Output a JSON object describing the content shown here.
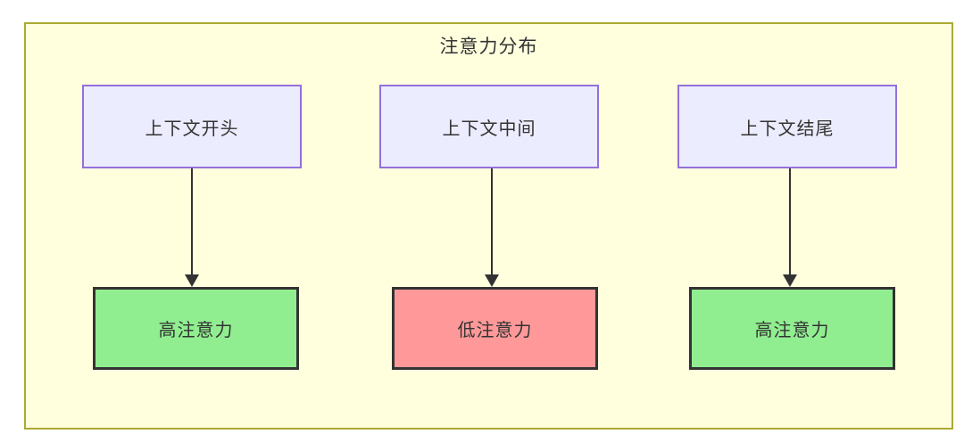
{
  "diagram": {
    "title": "注意力分布",
    "columns": [
      {
        "source": "上下文开头",
        "target": "高注意力",
        "attention_level": "high"
      },
      {
        "source": "上下文中间",
        "target": "低注意力",
        "attention_level": "low"
      },
      {
        "source": "上下文结尾",
        "target": "高注意力",
        "attention_level": "high"
      }
    ],
    "colors": {
      "container_background": "#ffffde",
      "container_border": "#aaaa33",
      "source_node_fill": "#ECECFF",
      "source_node_border": "#9370DB",
      "high_attention_fill": "#90EE90",
      "low_attention_fill": "#FF9999",
      "target_node_border": "#333333",
      "arrow_color": "#333333",
      "text_color": "#333333"
    }
  }
}
